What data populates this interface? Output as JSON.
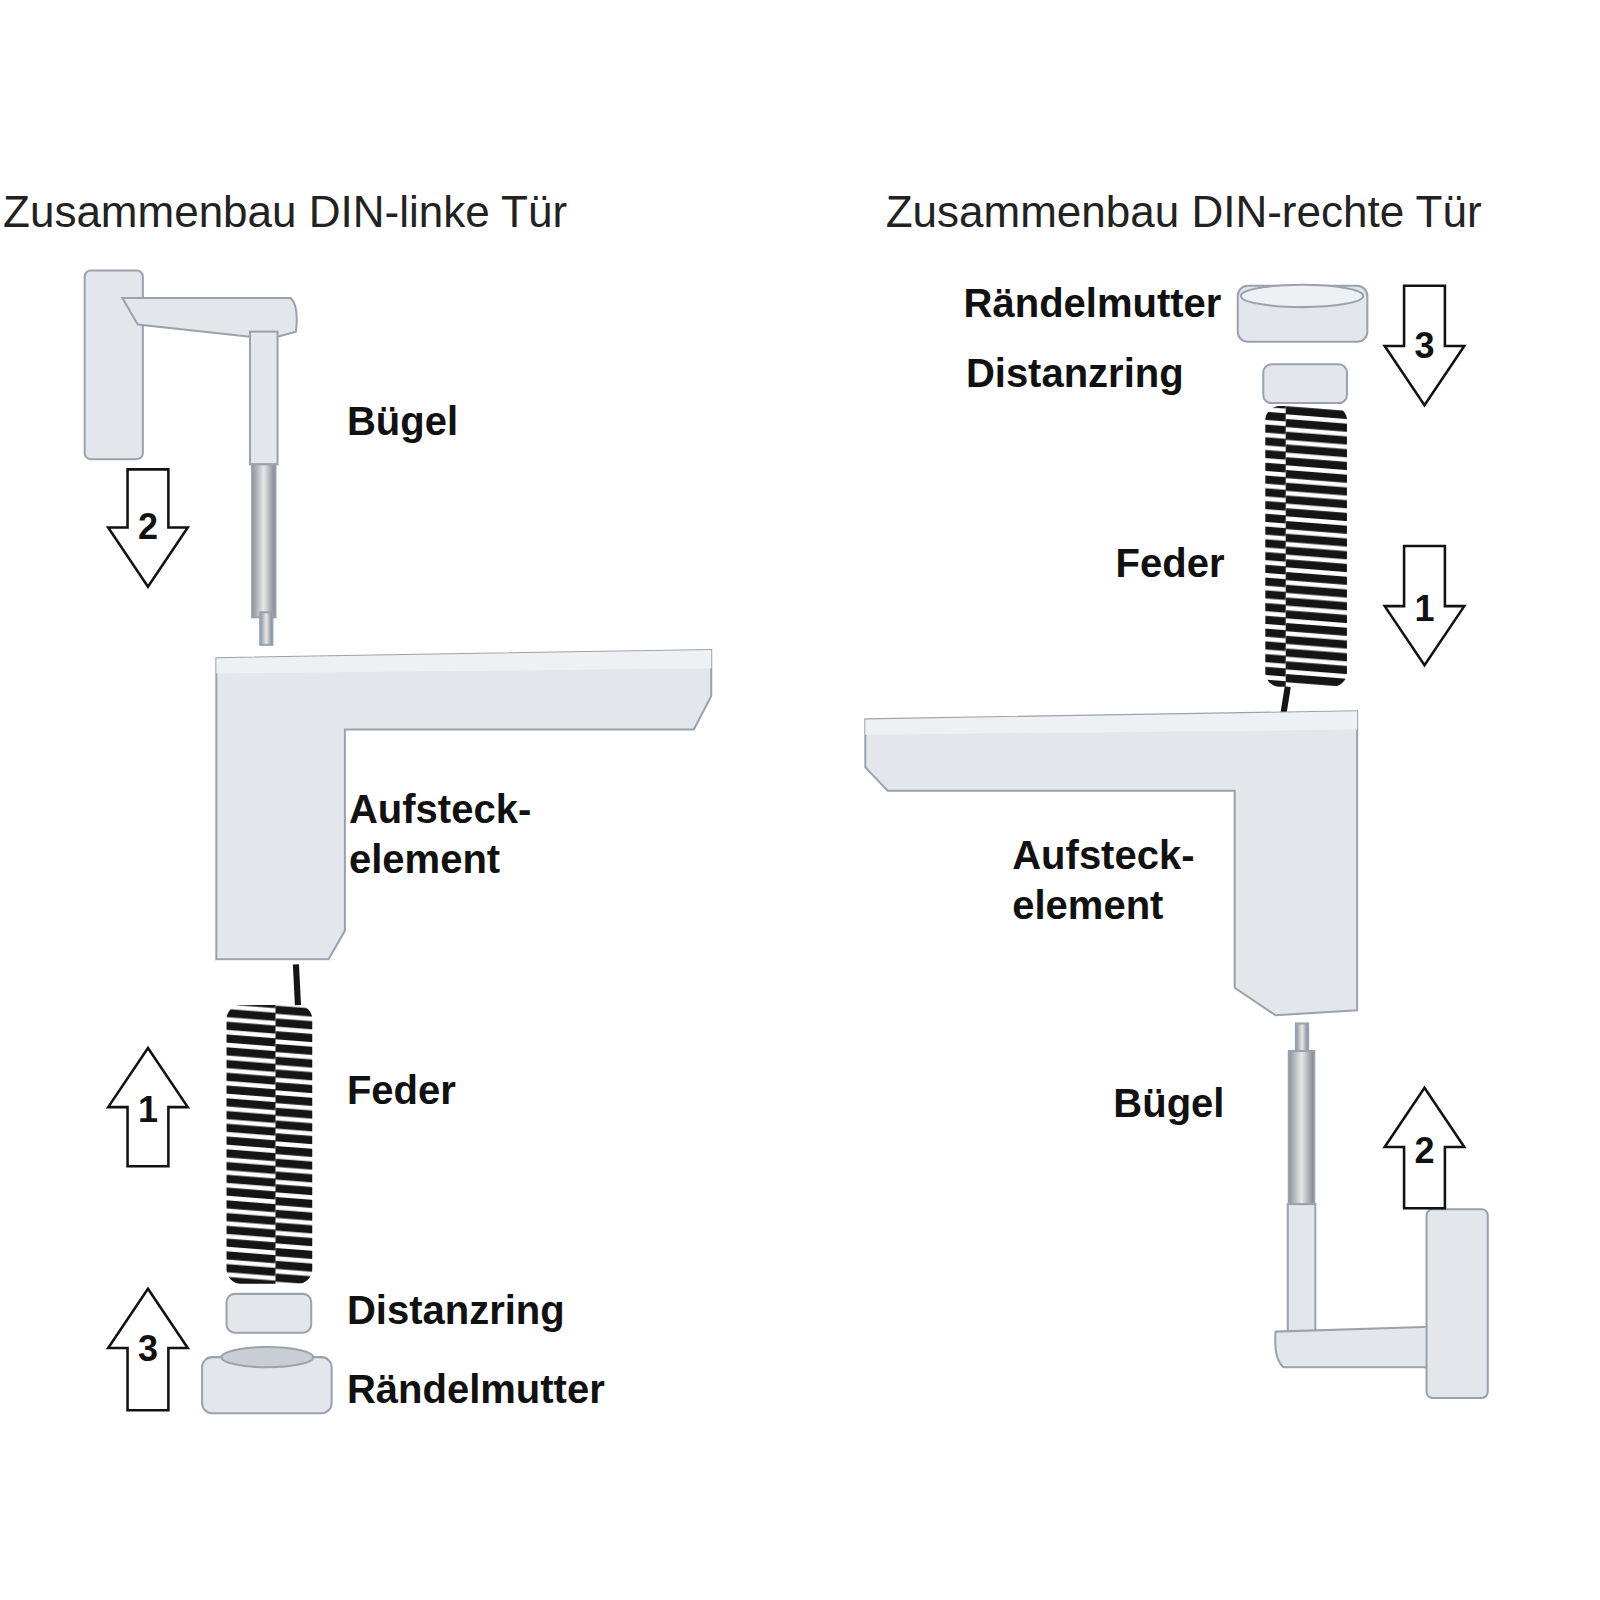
{
  "diagram": {
    "labels": [
      "Zusammenbau DIN-linke Tür",
      "Zusammenbau DIN-rechte Tür",
      "Bügel",
      "2",
      "Aufsteck- element",
      "1",
      "Feder",
      "3",
      "Distanzring",
      "Rändelmutter",
      "Rändelmutter",
      "3",
      "Distanzring",
      "Feder",
      "1",
      "Aufsteck- element",
      "Bügel",
      "2"
    ]
  }
}
